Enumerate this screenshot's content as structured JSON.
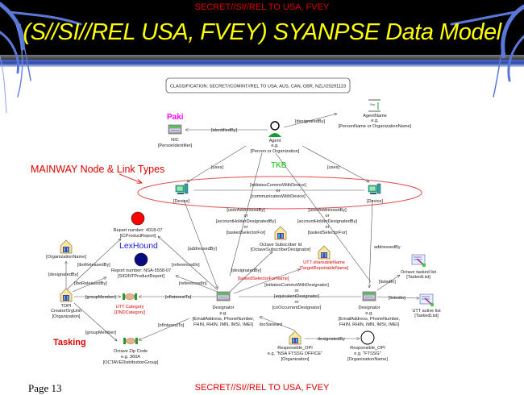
{
  "header": {
    "classification": "SECRET//SI//REL TO USA, FVEY",
    "title": "(S//SI//REL USA, FVEY) SYANPSE Data Model"
  },
  "diagram": {
    "classification_box": "CLASSIFICATION:  SECRET//COMINT//REL TO USA, AUS, CAN, GBR, NZL//20291123",
    "annotations": {
      "paki": "Paki",
      "mainway": "MAINWAY Node & Link Types",
      "tkb": "TKB",
      "lexhound": "LexHound",
      "tasking": "Tasking"
    },
    "annotation_colors": {
      "paki": "#ff00ff",
      "mainway": "#e00000",
      "tkb": "#00cc00",
      "lexhound": "#2020e0",
      "tasking": "#e00000"
    },
    "nodes": {
      "agent_name": [
        "AgentName",
        "e.g.",
        "[PersonName or OrganizationName]"
      ],
      "nic": [
        "NIC",
        "[PersonIdentifier]"
      ],
      "agent": [
        "Agent",
        "e.g.",
        "[Person or Organization]"
      ],
      "device_left": [
        "[Device]"
      ],
      "device_right": [
        "[Device]"
      ],
      "report_ic": [
        "Report number: 4018-07",
        "[ICProductReport]"
      ],
      "report_sigint": [
        "Report number: NSA-5558-07",
        "[SIGINTProductReport]"
      ],
      "org_name": [
        "[OrganizationName]"
      ],
      "octave_subscriber": [
        "Octave Subscriber Id",
        "[OctaveSubscriberDesignator]"
      ],
      "utt_shareable": [
        "UTT shareableName",
        "[TargetReportableName]"
      ],
      "topi": [
        "TOPI",
        "CreatorOrgUnit",
        "[Organization]"
      ],
      "utt_category": [
        "UTT Category",
        "[DNDCategory]"
      ],
      "designator_left": [
        "Designator",
        "e.g.",
        "[EmailAddress, PhoneNumber,",
        "FHIN, RHIN, IMN, IMSI, IMEI]"
      ],
      "designator_right": [
        "Designator",
        "e.g.",
        "[EmailAddress, PhoneNumber,",
        "FHIN, RHIN, IMN, IMSI, IMEI]"
      ],
      "octave_tasked": [
        "Octave tasked list",
        "[TaskedList]"
      ],
      "utt_active": [
        "UTT active list",
        "[TaskedList]"
      ],
      "octave_zip": [
        "Octave Zip Code",
        "e.g. 360A",
        "[OCTAVEDistributionGroup]"
      ],
      "responsible_opi_org": [
        "Responsible_OPI",
        "e.g. \"NSA FTSSG OFFICE\"",
        "[Organization]"
      ],
      "responsible_opi_name": [
        "Responsible_OPI",
        "e.g. \"FTSSG\"",
        "[OrganizationName]"
      ]
    },
    "edges": {
      "identified_by": "[identifiedBy]",
      "designated_by_agent": "[designatedBy]",
      "uses_left": "[uses]",
      "uses_right": "[uses]",
      "device_link": [
        "[initiatesCommsWithDevice]",
        "or",
        "[communicatesWithDevice]"
      ],
      "user_addressed_left": [
        "[userAddressedBy]",
        "or",
        "[accountHolderDesignatedBy]",
        "or",
        "[taskedSelectorFor]"
      ],
      "user_addressed_right": [
        "[userAddressedBy]",
        "or",
        "[accountHolderDesignatedBy]",
        "or",
        "[taskedSelectorFor]"
      ],
      "addressed_by_left": "[addressedBy]",
      "addressed_by_right": "addressedBy",
      "ibo_released_1": "[iboReleasedBy]",
      "ibo_released_2": "[iboReleasedBy]",
      "designated_by_org": "[designatedBy]",
      "referenced_in_1": "[referencedIn]",
      "referenced_in_2": "[referencedIn]",
      "designated_by_sub": "[designatedBy]",
      "tasked_selector_name": "[taskedSelectorForName]",
      "designator_link": [
        "[initiatesCommsWithDesignator]",
        "or",
        "[equivalentDesignator]",
        "or",
        "[coOccurrentDesignator]"
      ],
      "group_member_1": "[groupMember]",
      "group_member_2": "[groupMember]",
      "of_interest_1": "[ofInterestTo]",
      "of_interest_2": "[ofInterestTo]",
      "listed_in_1": "[listedIn]",
      "listed_in_2": "[listedIn]",
      "ibo_steward": "iboSteward",
      "designated_by_opi": "designatedBy"
    }
  },
  "footer": {
    "page": "Page 13",
    "classification": "SECRET//SI//REL TO USA, FVEY"
  }
}
